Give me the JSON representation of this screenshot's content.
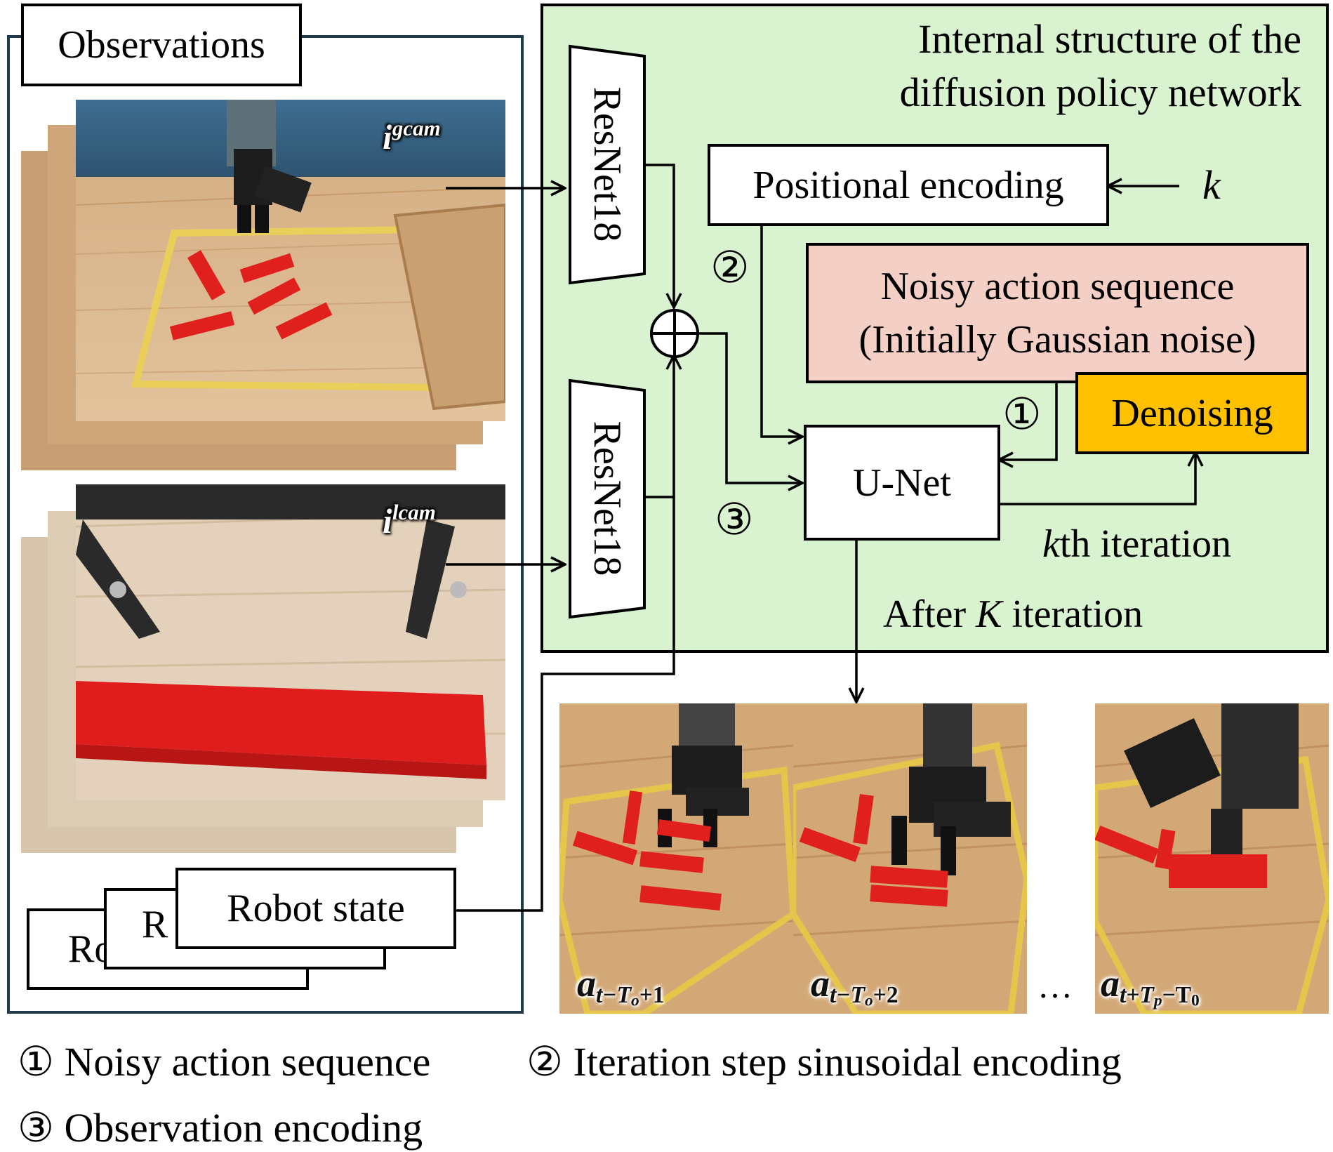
{
  "observations": {
    "title": "Observations",
    "global_cam_label": "i",
    "global_cam_sup": "gcam",
    "local_cam_label": "i",
    "local_cam_sup": "lcam",
    "robot_state_label": "Robot state",
    "robot_state_back_1": "Ro",
    "robot_state_back_2": "R"
  },
  "network": {
    "title_line1": "Internal structure of the",
    "title_line2": "diffusion policy network",
    "resnet_top": "ResNet18",
    "resnet_bottom": "ResNet18",
    "positional_encoding": "Positional encoding",
    "k_input": "k",
    "noisy_line1": "Noisy action sequence",
    "noisy_line2": "(Initially Gaussian noise)",
    "denoising": "Denoising",
    "unet": "U-Net",
    "kth_k": "k",
    "kth_rest": "th iteration",
    "after_prefix": "After ",
    "after_K": "K",
    "after_suffix": " iteration",
    "marker_1": "①",
    "marker_2": "②",
    "marker_3": "③",
    "colors": {
      "network_bg": "#d9f2d0",
      "noisy_bg": "#f4cfc6",
      "denoising_bg": "#ffc000",
      "observations_border": "#1f3a4a"
    }
  },
  "actions": {
    "a1_base": "a",
    "a1_sub": "t−T",
    "a1_subsub": "o",
    "a1_tail": "+1",
    "a2_base": "a",
    "a2_sub": "t−T",
    "a2_subsub": "o",
    "a2_tail": "+2",
    "ellipsis": "…",
    "a3_base": "a",
    "a3_sub": "t+T",
    "a3_subsub": "p",
    "a3_tail": "−T",
    "a3_tail_sub": "0"
  },
  "legend": {
    "item1": "① Noisy action sequence",
    "item2": "② Iteration step sinusoidal encoding",
    "item3": "③ Observation encoding"
  }
}
